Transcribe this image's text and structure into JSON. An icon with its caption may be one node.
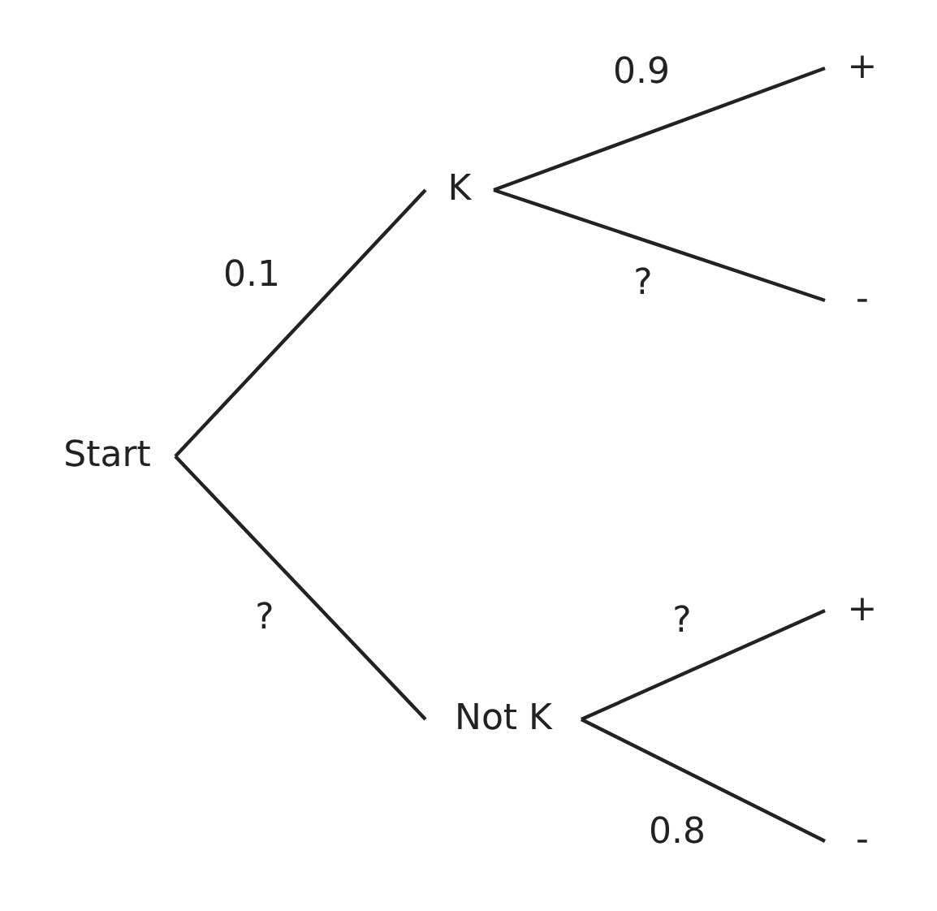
{
  "diagram": {
    "nodes": [
      {
        "text": [
          "Start"
        ]
      },
      {
        "text": [
          "K"
        ]
      },
      {
        "text": [
          "Not K"
        ]
      },
      {
        "text": [
          "+"
        ]
      },
      {
        "text": [
          "-"
        ]
      },
      {
        "text": [
          "+"
        ]
      },
      {
        "text": [
          "-"
        ]
      }
    ],
    "edges": [
      {
        "from": 0,
        "to": 1,
        "arrow": "none",
        "label": "0.1"
      },
      {
        "from": 0,
        "to": 2,
        "arrow": "none",
        "label": "?"
      },
      {
        "from": 1,
        "to": 3,
        "arrow": "none",
        "label": "0.9"
      },
      {
        "from": 1,
        "to": 4,
        "arrow": "none",
        "label": "?"
      },
      {
        "from": 2,
        "to": 5,
        "arrow": "none",
        "label": "?"
      },
      {
        "from": 2,
        "to": 6,
        "arrow": "none",
        "label": "0.8"
      }
    ]
  }
}
